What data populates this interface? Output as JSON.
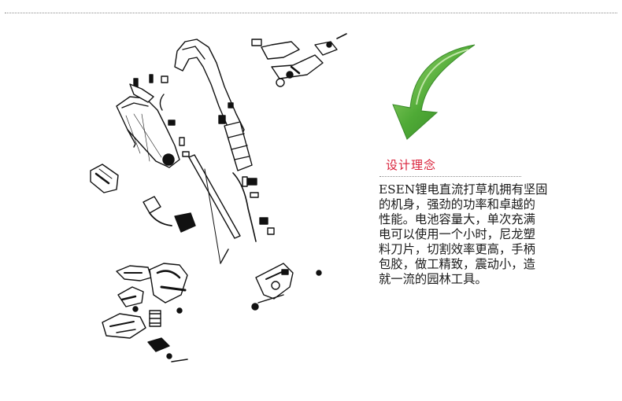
{
  "product": {
    "heading": "设计理念",
    "description": "ESEN锂电直流打草机拥有坚固\n的机身，强劲的功率和卓越的\n性能。电池容量大，单次充满\n电可以使用一个小时，尼龙塑\n料刀片，切割效率更高，手柄\n包胶，做工精致，震动小，造\n就一流的园林工具。"
  },
  "colors": {
    "heading": "#d9213a",
    "arrow": "#3a9a2e",
    "diagram_ink": "#111111"
  },
  "icons": {
    "arrow": "green-curved-arrow-icon",
    "diagram": "exploded-parts-diagram"
  }
}
